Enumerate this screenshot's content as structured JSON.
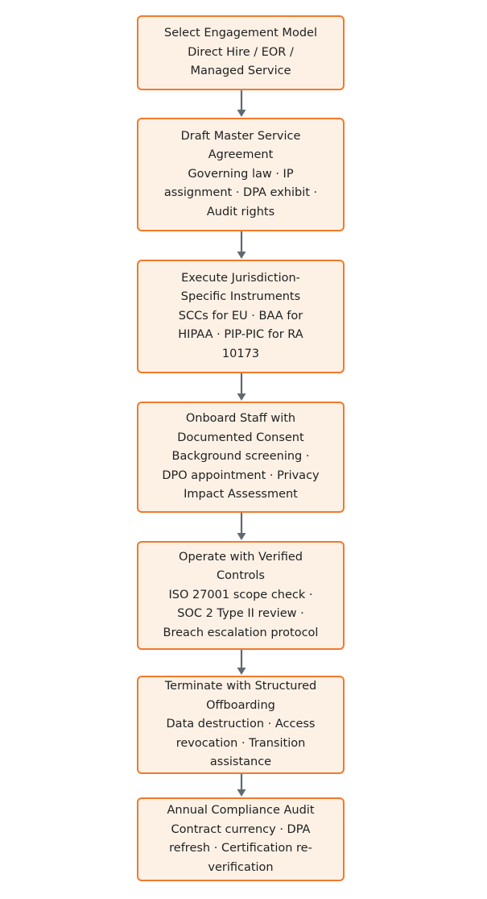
{
  "colors": {
    "box_fill": "#fdf1e6",
    "box_border": "#f07a2c",
    "arrow": "#5f6a72",
    "text": "#1f1f1f"
  },
  "steps": [
    {
      "lines": [
        "Select Engagement Model",
        "Direct Hire / EOR /",
        "Managed Service"
      ]
    },
    {
      "lines": [
        "Draft Master Service",
        "Agreement",
        "Governing law · IP",
        "assignment · DPA exhibit ·",
        "Audit rights"
      ]
    },
    {
      "lines": [
        "Execute Jurisdiction-",
        "Specific Instruments",
        "SCCs for EU · BAA for",
        "HIPAA · PIP-PIC for RA",
        "10173"
      ]
    },
    {
      "lines": [
        "Onboard Staff with",
        "Documented Consent",
        "Background screening ·",
        "DPO appointment · Privacy",
        "Impact Assessment"
      ]
    },
    {
      "lines": [
        "Operate with Verified",
        "Controls",
        "ISO 27001 scope check ·",
        "SOC 2 Type II review ·",
        "Breach escalation protocol"
      ]
    },
    {
      "lines": [
        "Terminate with Structured",
        "Offboarding",
        "Data destruction · Access",
        "revocation · Transition",
        "assistance"
      ]
    },
    {
      "lines": [
        "Annual Compliance Audit",
        "Contract currency · DPA",
        "refresh · Certification re-",
        "verification"
      ]
    }
  ]
}
